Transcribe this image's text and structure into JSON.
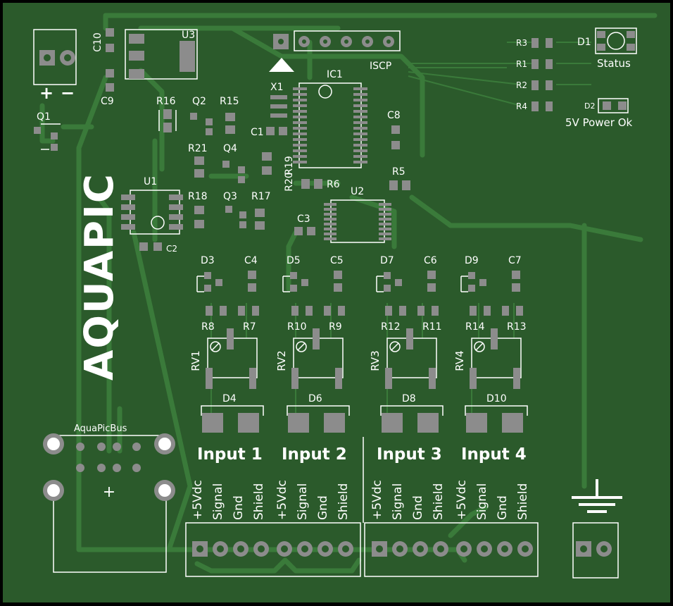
{
  "colors": {
    "board": "#2b5a2b",
    "trace": "#3a7a3a",
    "silk": "#ffffff",
    "pad": "#8c8c8c",
    "edge": "#000000"
  },
  "logo": "AQUAPIC",
  "ref": {
    "c10": "C10",
    "c9": "C9",
    "u3": "U3",
    "q1": "Q1",
    "r16": "R16",
    "q2": "Q2",
    "r15": "R15",
    "r21": "R21",
    "q4": "Q4",
    "u1": "U1",
    "r18": "R18",
    "q3": "Q3",
    "r17": "R17",
    "c2": "C2",
    "x1": "X1",
    "ic1": "IC1",
    "c1": "C1",
    "r19": "R19",
    "r20": "R20",
    "r6": "R6",
    "c8": "C8",
    "r5": "R5",
    "u2": "U2",
    "c3": "C3",
    "iscp": "ISCP",
    "r3": "R3",
    "r1": "R1",
    "r2": "R2",
    "r4": "R4",
    "d1": "D1",
    "d2": "D2",
    "status": "Status",
    "power": "5V Power Ok",
    "plus": "+",
    "minus": "−",
    "bus_plus": "+",
    "aquapicbus": "AquaPicBus"
  },
  "channels": [
    {
      "input": "Input 1",
      "d_a": "D3",
      "c": "C4",
      "r_a": "R8",
      "r_b": "R7",
      "rv": "RV1",
      "d_b": "D4"
    },
    {
      "input": "Input 2",
      "d_a": "D5",
      "c": "C5",
      "r_a": "R10",
      "r_b": "R9",
      "rv": "RV2",
      "d_b": "D6"
    },
    {
      "input": "Input 3",
      "d_a": "D7",
      "c": "C6",
      "r_a": "R12",
      "r_b": "R11",
      "rv": "RV3",
      "d_b": "D8"
    },
    {
      "input": "Input 4",
      "d_a": "D9",
      "c": "C7",
      "r_a": "R14",
      "r_b": "R13",
      "rv": "RV4",
      "d_b": "D10"
    }
  ],
  "pin_labels": [
    "+5Vdc",
    "Signal",
    "Gnd",
    "Shield"
  ]
}
